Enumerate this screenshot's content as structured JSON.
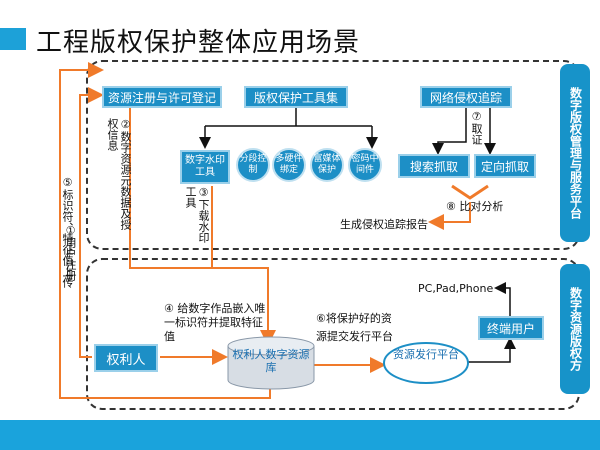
{
  "title": "工程版权保护整体应用场景",
  "side_top": "数字版权管理与服务平台",
  "side_bottom": "数字资源版权方",
  "boxes": {
    "register": "资源注册与许可登记",
    "toolset": "版权保护工具集",
    "tracking": "网络侵权追踪",
    "search_crawl": "搜索抓取",
    "directed_crawl": "定向抓取",
    "rights_holder": "权利人",
    "terminal_user": "终端用户",
    "database": "权利人数字资源库",
    "publish": "资源发行平台"
  },
  "tools": [
    "数字水印工具",
    "分段控制",
    "多硬件绑定",
    "富媒体保护",
    "密码中间件"
  ],
  "labels": {
    "step1": "①用户注册",
    "step2": "②数字资源元数据及授权信息",
    "step3": "③下载水印工具",
    "step4": "④ 给数字作品嵌入唯一标识符并提取特征值",
    "step5": "⑤标识符、特征值上传",
    "step6": "⑥将保护好的资源提交发行平台",
    "step7": "⑦取证",
    "step8": "⑧ 比对分析",
    "report": "生成侵权追踪报告",
    "devices": "PC,Pad,Phone"
  },
  "colors": {
    "accent": "#1d8fc6",
    "arrow_orange": "#f07a2a",
    "header_bar": "#1da1d8"
  }
}
